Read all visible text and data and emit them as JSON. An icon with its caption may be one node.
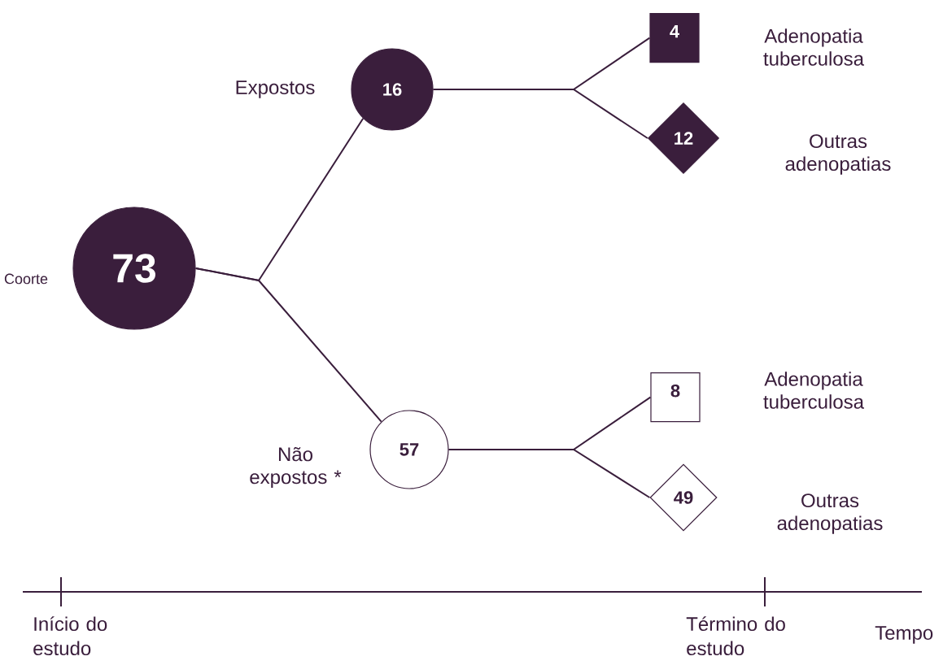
{
  "diagram": {
    "nodes": [
      {
        "text": [
          "73"
        ],
        "beside": [
          "Coorte"
        ]
      },
      {
        "text": [
          "16"
        ],
        "beside": [
          "Expostos"
        ]
      },
      {
        "text": [
          "57"
        ],
        "beside": [
          "Não expostos *"
        ]
      },
      {
        "text": [
          "4"
        ],
        "beside": [
          "Adenopatia tuberculosa"
        ]
      },
      {
        "text": [
          "12"
        ],
        "beside": [
          "Outras adenopatias"
        ]
      },
      {
        "text": [
          "8"
        ],
        "beside": [
          "Adenopatia tuberculosa"
        ]
      },
      {
        "text": [
          "49"
        ],
        "beside": [
          "Outras adenopatias"
        ]
      }
    ],
    "edges": [
      {
        "from": 0,
        "to": 1,
        "arrow": "none"
      },
      {
        "from": 0,
        "to": 2,
        "arrow": "none"
      },
      {
        "from": 1,
        "to": 3,
        "arrow": "none"
      },
      {
        "from": 1,
        "to": 4,
        "arrow": "none"
      },
      {
        "from": 2,
        "to": 5,
        "arrow": "none"
      },
      {
        "from": 2,
        "to": 6,
        "arrow": "none"
      }
    ],
    "labels": [
      "Início do estudo",
      "Término do estudo",
      "Tempo"
    ]
  }
}
